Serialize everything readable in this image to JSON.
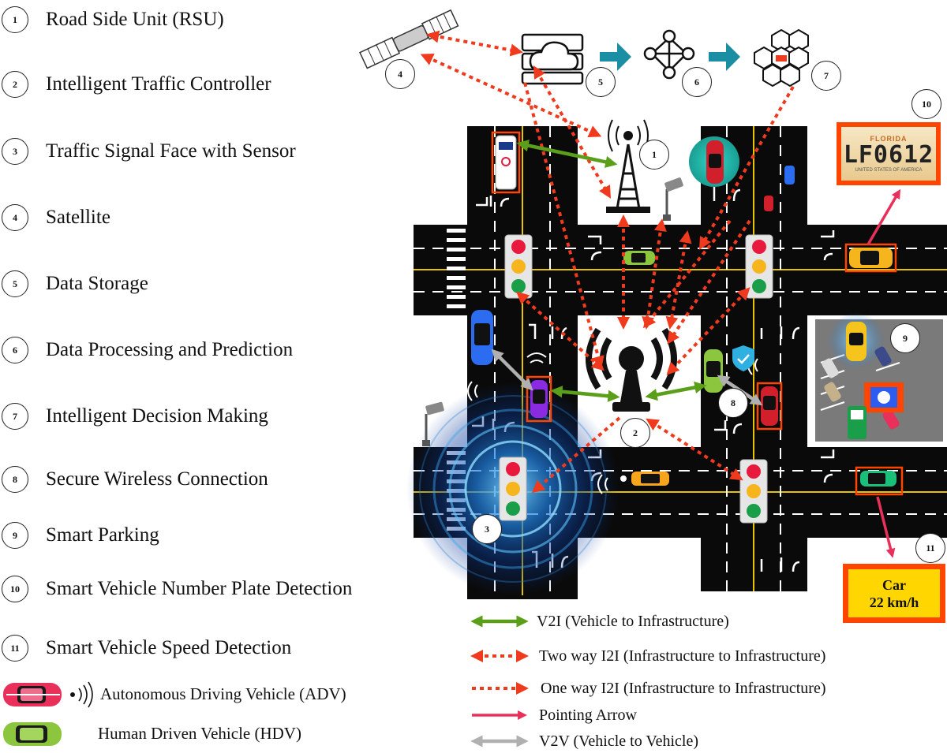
{
  "legend": [
    {
      "num": "1",
      "label": "Road Side Unit (RSU)"
    },
    {
      "num": "2",
      "label": "Intelligent Traffic Controller"
    },
    {
      "num": "3",
      "label": "Traffic Signal Face with Sensor"
    },
    {
      "num": "4",
      "label": "Satellite"
    },
    {
      "num": "5",
      "label": "Data Storage"
    },
    {
      "num": "6",
      "label": "Data Processing and Prediction"
    },
    {
      "num": "7",
      "label": "Intelligent Decision Making"
    },
    {
      "num": "8",
      "label": "Secure Wireless Connection"
    },
    {
      "num": "9",
      "label": "Smart Parking"
    },
    {
      "num": "10",
      "label": "Smart Vehicle Number Plate Detection"
    },
    {
      "num": "11",
      "label": "Smart Vehicle Speed Detection"
    }
  ],
  "vehicle_legend": {
    "adv": "Autonomous Driving Vehicle (ADV)",
    "hdv": "Human Driven Vehicle (HDV)"
  },
  "arrow_key": {
    "v2i": "V2I (Vehicle to Infrastructure)",
    "two_way_i2i": "Two way I2I (Infrastructure to Infrastructure)",
    "one_way_i2i": "One way I2I (Infrastructure to Infrastructure)",
    "pointing": "Pointing Arrow",
    "v2v": "V2V (Vehicle to Vehicle)"
  },
  "tags": {
    "t1": "1",
    "t2": "2",
    "t3": "3",
    "t4": "4",
    "t5": "5",
    "t6": "6",
    "t7": "7",
    "t8": "8",
    "t9": "9",
    "t10": "10",
    "t11": "11"
  },
  "plate": {
    "state": "FLORIDA",
    "number": "LF0612",
    "sub": "UNITED STATES OF AMERICA"
  },
  "speed": {
    "line1": "Car",
    "line2": "22 km/h"
  },
  "colors": {
    "v2i": "#5a9e1a",
    "i2i": "#f03a1e",
    "pointing": "#e8305a",
    "v2v": "#b0b0b0",
    "road": "#0a0a0a",
    "highlight": "#ff4500",
    "speed_fill": "#ffd600"
  }
}
